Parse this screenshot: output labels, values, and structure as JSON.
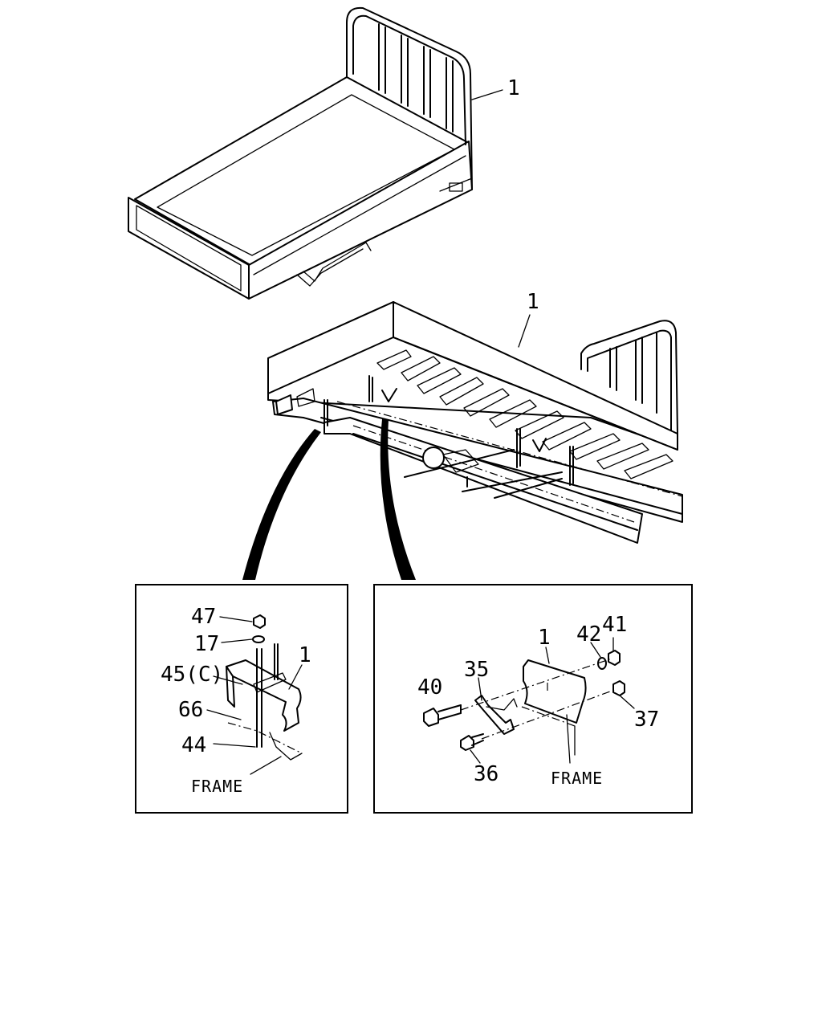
{
  "callouts": {
    "top_body": "1",
    "chassis_body": "1",
    "left_panel": {
      "c47": "47",
      "c17": "17",
      "c45": "45(C)",
      "c66": "66",
      "c44": "44",
      "c1": "1",
      "frame": "FRAME"
    },
    "right_panel": {
      "c1": "1",
      "c42": "42",
      "c41": "41",
      "c35": "35",
      "c40": "40",
      "c37": "37",
      "c36": "36",
      "frame": "FRAME"
    }
  }
}
